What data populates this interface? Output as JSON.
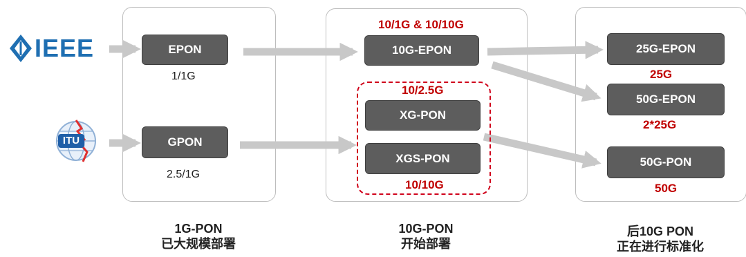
{
  "logos": {
    "ieee": "IEEE",
    "itu": "ITU"
  },
  "nodes": {
    "epon": "EPON",
    "gpon": "GPON",
    "g10_epon": "10G-EPON",
    "xg_pon": "XG-PON",
    "xgs_pon": "XGS-PON",
    "g25_epon": "25G-EPON",
    "g50_epon": "50G-EPON",
    "g50_pon": "50G-PON"
  },
  "rates": {
    "epon": "1/1G",
    "gpon": "2.5/1G",
    "g10_epon": "10/1G & 10/10G",
    "xg_pon": "10/2.5G",
    "xgs_pon": "10/10G",
    "g25_epon": "25G",
    "g50_epon": "2*25G",
    "g50_pon": "50G"
  },
  "captions": {
    "col1_title": "1G-PON",
    "col1_sub": "已大规模部署",
    "col2_title": "10G-PON",
    "col2_sub": "开始部署",
    "col3_title": "后10G PON",
    "col3_sub": "正在进行标准化"
  },
  "colors": {
    "node_fill": "#5d5d5d",
    "arrow": "#c8c8c8",
    "accent_red": "#c00000",
    "ieee_blue": "#1f6fb2"
  }
}
